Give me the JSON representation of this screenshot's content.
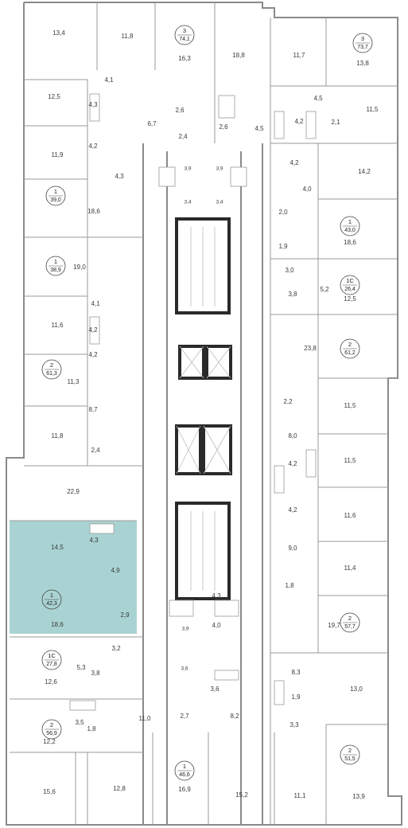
{
  "colors": {
    "highlight_fill": "#a9d3d2",
    "wall": "#8a8a8a",
    "core": "#2a2a2a",
    "text": "#3a3a3a"
  },
  "apartments": [
    {
      "rooms": "3",
      "area": "74,1"
    },
    {
      "rooms": "3",
      "area": "73,7"
    },
    {
      "rooms": "1",
      "area": "39,0"
    },
    {
      "rooms": "1",
      "area": "43,0"
    },
    {
      "rooms": "1",
      "area": "38,9"
    },
    {
      "rooms": "1С",
      "area": "26,4"
    },
    {
      "rooms": "2",
      "area": "61,3"
    },
    {
      "rooms": "2",
      "area": "61,2"
    },
    {
      "rooms": "1",
      "area": "42,3"
    },
    {
      "rooms": "2",
      "area": "57,7"
    },
    {
      "rooms": "1С",
      "area": "27,8"
    },
    {
      "rooms": "2",
      "area": "56,9"
    },
    {
      "rooms": "1",
      "area": "46,6"
    },
    {
      "rooms": "2",
      "area": "51,5"
    }
  ],
  "room_areas": [
    "13,4",
    "11,8",
    "16,3",
    "18,8",
    "11,7",
    "13,8",
    "12,5",
    "4,1",
    "4,3",
    "2,6",
    "2,6",
    "6,7",
    "4,5",
    "4,2",
    "4,5",
    "11,5",
    "11,9",
    "4,2",
    "2,4",
    "2,1",
    "4,3",
    "3,9",
    "3,9",
    "4,2",
    "14,2",
    "18,6",
    "3,4",
    "3,4",
    "4,0",
    "2,0",
    "18,6",
    "1,9",
    "19,0",
    "3,0",
    "5,2",
    "3,8",
    "12,5",
    "4,1",
    "11,6",
    "4,2",
    "23,8",
    "11,3",
    "4,2",
    "8,7",
    "2,2",
    "11,5",
    "11,8",
    "2,4",
    "8,0",
    "11,5",
    "22,9",
    "4,2",
    "4,2",
    "11,6",
    "14,5",
    "4,3",
    "4,9",
    "9,0",
    "11,4",
    "18,6",
    "2,9",
    "1,8",
    "19,7",
    "3,9",
    "4,3",
    "4,0",
    "3,2",
    "5,3",
    "3,8",
    "12,6",
    "3,6",
    "3,6",
    "8,3",
    "13,0",
    "1,9",
    "3,3",
    "3,5",
    "1,8",
    "11,0",
    "2,7",
    "8,2",
    "12,2",
    "11,1",
    "15,2",
    "15,6",
    "12,8",
    "16,9",
    "13,9"
  ]
}
